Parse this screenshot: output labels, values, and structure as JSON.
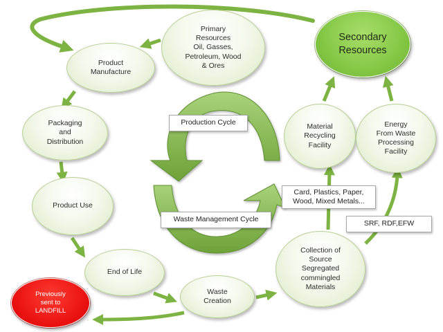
{
  "colors": {
    "arrow_green": "#7db342",
    "node_fill": "#eef5e4",
    "node_border": "#b8cf95",
    "highlight_green": "#84c746",
    "landfill_red": "#e80f0f"
  },
  "nodes": {
    "primary_resources": "Primary\nResources\nOil, Gasses,\nPetroleum, Wood\n& Ores",
    "product_manufacture": "Product\nManufacture",
    "packaging_distribution": "Packaging\nand\nDistribution",
    "product_use": "Product Use",
    "end_of_life": "End of Life",
    "waste_creation": "Waste\nCreation",
    "previously_landfill": "Previously\nsent to\nLANDFILL",
    "collection": "Collection of\nSource\nSegregated\ncommingled\nMaterials",
    "material_recycling": "Material\nRecycling\nFacility",
    "energy_from_waste": "Energy\nFrom Waste\nProcessing\nFacility",
    "secondary_resources": "Secondary\nResources"
  },
  "labels": {
    "production_cycle": "Production Cycle",
    "waste_management_cycle": "Waste Management Cycle",
    "materials": "Card, Plastics, Paper,\nWood, Mixed Metals...",
    "fuels": "SRF, RDF,EFW"
  }
}
